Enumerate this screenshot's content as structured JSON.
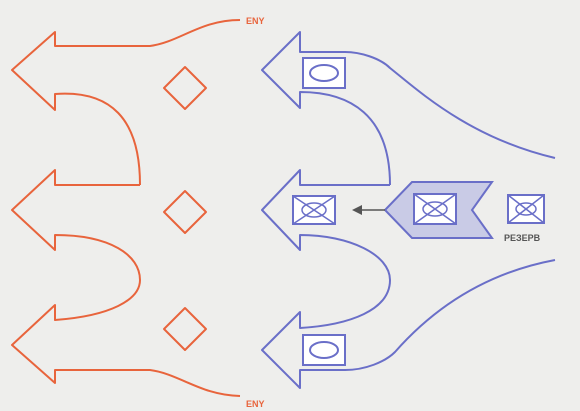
{
  "colors": {
    "enemy": "#e8643c",
    "friendly": "#6a6fc8",
    "reserve_fill": "#c9cbe6",
    "background": "#eeeeec"
  },
  "labels": {
    "eny_top": "ENY",
    "eny_bottom": "ENY",
    "reserve": "РЕЗЕРВ"
  },
  "symbols": {
    "enemy_positions": "diamond-icon",
    "mechanized_unit": "cross-box-icon",
    "infantry_unit": "oval-box-icon"
  }
}
